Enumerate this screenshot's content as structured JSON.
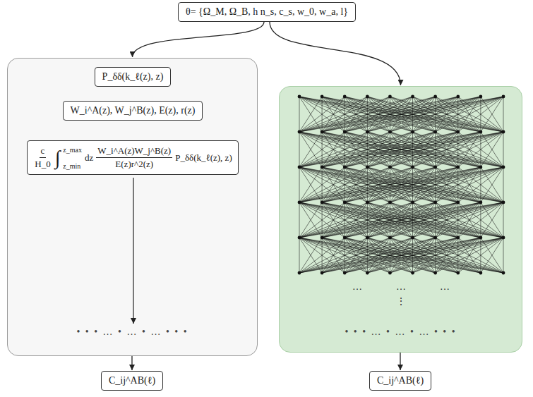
{
  "diagram": {
    "nodes": [
      {
        "text": [
          "θ= {Ω_M, Ω_B, h n_s, c_s, w_0, w_a, l}"
        ]
      },
      {
        "text": [
          "• • • … • … • … • • •"
        ]
      },
      {
        "text": [
          "P_δδ(k_ℓ(z), z)"
        ],
        "in": 1
      },
      {
        "text": [
          "W_i^A(z), W_j^B(z), E(z), r(z)"
        ],
        "in": 1
      },
      {
        "text": [
          "c",
          "H_0",
          "∫",
          "z_max",
          "z_min",
          "dz",
          "W_i^A(z)W_j^B(z)",
          "E(z)r^2(z)",
          "P_δδ(k_ℓ(z), z)"
        ],
        "in": 1
      },
      {
        "text": [
          "• • • … • … • … • • •"
        ]
      },
      {
        "text": [
          "C_ij^AB(ℓ)"
        ]
      },
      {
        "text": [
          "C_ij^AB(ℓ)"
        ]
      }
    ],
    "edges": [
      {
        "from": 0,
        "to": 1,
        "arrow": "to"
      },
      {
        "from": 0,
        "to": 5,
        "arrow": "to"
      },
      {
        "from": 1,
        "to": 6,
        "arrow": "to"
      },
      {
        "from": 5,
        "to": 7,
        "arrow": "to"
      }
    ],
    "labels": [
      "…",
      "…",
      "…",
      "⋮"
    ]
  }
}
